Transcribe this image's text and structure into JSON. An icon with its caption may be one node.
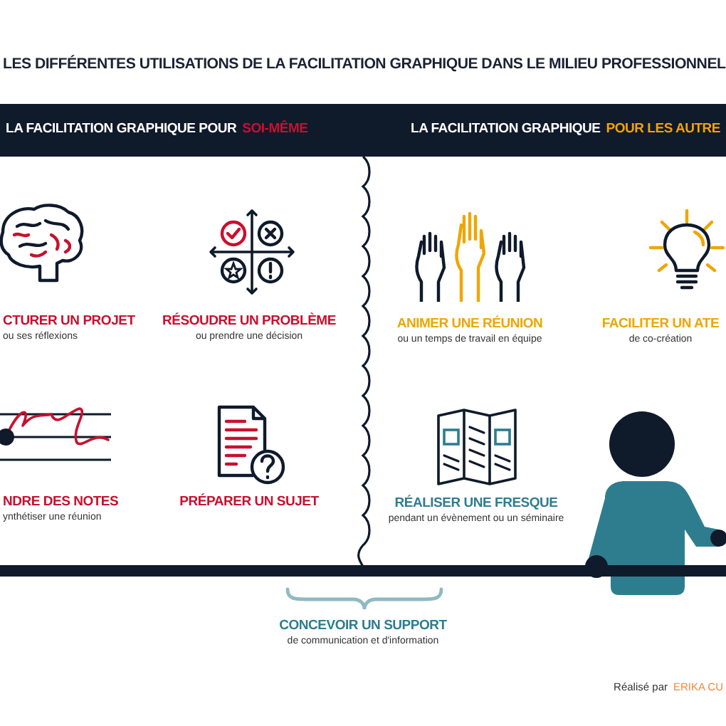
{
  "diagram": {
    "title": "LES DIFFÉRENTES UTILISATIONS DE LA FACILITATION GRAPHIQUE DANS LE MILIEU PROFESSIONNEL",
    "nodes": [
      {
        "text": [
          "LA FACILITATION GRAPHIQUE POUR",
          "SOI-MÊME"
        ]
      },
      {
        "text": [
          "LA FACILITATION GRAPHIQUE",
          "POUR LES AUTRE"
        ]
      },
      {
        "text": [
          "CTURER UN PROJET",
          "ou ses réflexions"
        ]
      },
      {
        "text": [
          "RÉSOUDRE UN PROBLÈME",
          "ou prendre une décision"
        ]
      },
      {
        "text": [
          "NDRE DES NOTES",
          "ynthétiser une réunion"
        ]
      },
      {
        "text": [
          "PRÉPARER UN SUJET"
        ]
      },
      {
        "text": [
          "ANIMER UNE RÉUNION",
          "ou un temps de travail en équipe"
        ]
      },
      {
        "text": [
          "FACILITER UN ATE",
          "de co-création"
        ]
      },
      {
        "text": [
          "RÉALISER UNE FRESQUE",
          "pendant un évènement ou un séminaire"
        ]
      },
      {
        "text": [
          "CONCEVOIR UN SUPPORT",
          "de communication et d'information"
        ]
      }
    ],
    "labels": [
      "Réalisé par",
      "ERIKA CU"
    ]
  }
}
